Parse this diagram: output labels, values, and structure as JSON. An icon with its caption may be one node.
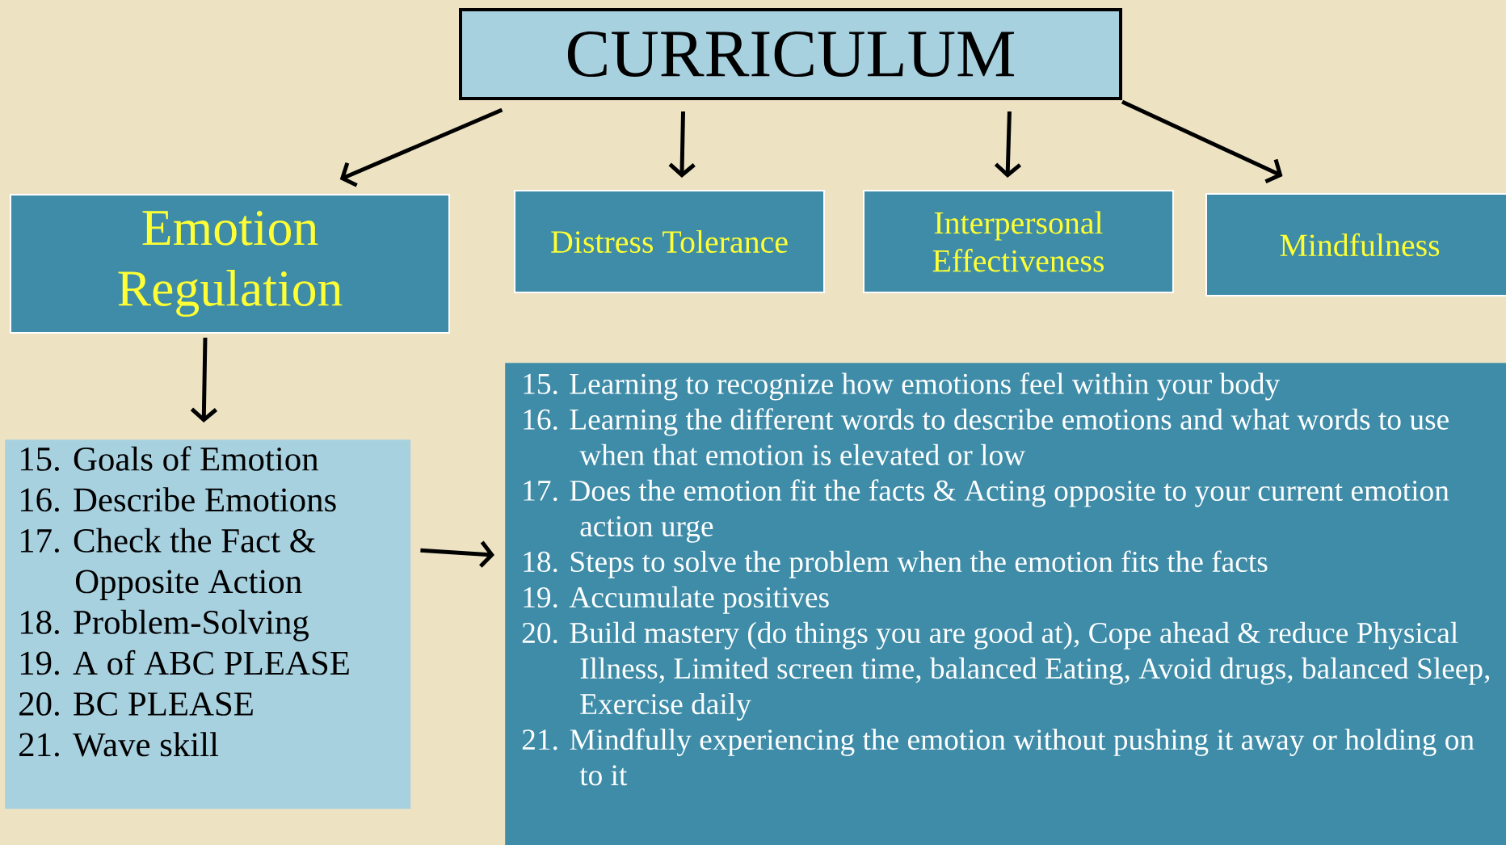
{
  "diagram": {
    "nodes": [
      {
        "text": [
          "CURRICULUM"
        ]
      },
      {
        "text": [
          "Emotion Regulation"
        ]
      },
      {
        "text": [
          "Distress Tolerance"
        ]
      },
      {
        "text": [
          "Interpersonal Effectiveness"
        ]
      },
      {
        "text": [
          "Mindfulness"
        ]
      },
      {
        "text": [
          "15. Goals of Emotion",
          "16. Describe Emotions",
          "17. Check the Fact & Opposite Action",
          "18. Problem-Solving",
          "19. A of ABC PLEASE",
          "20. BC PLEASE",
          "21. Wave skill"
        ]
      },
      {
        "text": [
          "15. Learning to recognize how emotions feel within your body",
          "16. Learning the different words to describe emotions and what words to use when that emotion is elevated or low",
          "17. Does the emotion fit the facts & Acting opposite to your current emotion action urge",
          "18. Steps to solve the problem when the emotion fits the facts",
          "19. Accumulate positives",
          "20. Build mastery (do things you are good at), Cope ahead & reduce Physical Illness, Limited screen time, balanced Eating, Avoid drugs, balanced Sleep, Exercise daily",
          "21. Mindfully experiencing the emotion without pushing it away or holding on to it"
        ]
      }
    ],
    "edges": [
      {
        "from": 0,
        "to": 1,
        "arrow": "to"
      },
      {
        "from": 0,
        "to": 2,
        "arrow": "to"
      },
      {
        "from": 0,
        "to": 3,
        "arrow": "to"
      },
      {
        "from": 0,
        "to": 4,
        "arrow": "to"
      },
      {
        "from": 1,
        "to": 5,
        "arrow": "to"
      },
      {
        "from": 5,
        "to": 6,
        "arrow": "to"
      }
    ]
  }
}
